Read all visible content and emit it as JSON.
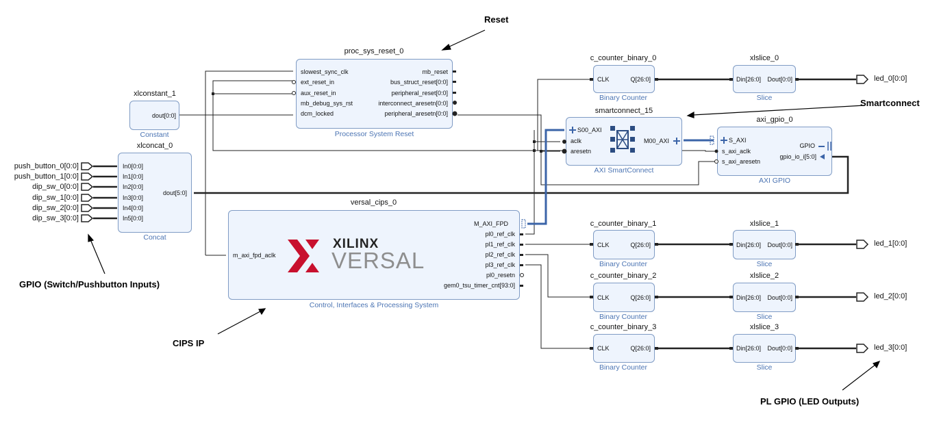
{
  "annotations": {
    "reset": "Reset",
    "smartconnect": "Smartconnect",
    "gpio_inputs": "GPIO (Switch/Pushbutton Inputs)",
    "cips_ip": "CIPS IP",
    "pl_gpio": "PL GPIO (LED Outputs)"
  },
  "proc_sys_reset": {
    "name": "proc_sys_reset_0",
    "type": "Processor System Reset",
    "inputs": [
      "slowest_sync_clk",
      "ext_reset_in",
      "aux_reset_in",
      "mb_debug_sys_rst",
      "dcm_locked"
    ],
    "outputs": [
      "mb_reset",
      "bus_struct_reset[0:0]",
      "peripheral_reset[0:0]",
      "interconnect_aresetn[0:0]",
      "peripheral_aresetn[0:0]"
    ]
  },
  "xlconstant": {
    "name": "xlconstant_1",
    "type": "Constant",
    "output": "dout[0:0]"
  },
  "xlconcat": {
    "name": "xlconcat_0",
    "type": "Concat",
    "inputs": [
      "In0[0:0]",
      "In1[0:0]",
      "In2[0:0]",
      "In3[0:0]",
      "In4[0:0]",
      "In5[0:0]"
    ],
    "output": "dout[5:0]"
  },
  "input_ports": [
    "push_button_0[0:0]",
    "push_button_1[0:0]",
    "dip_sw_0[0:0]",
    "dip_sw_1[0:0]",
    "dip_sw_2[0:0]",
    "dip_sw_3[0:0]"
  ],
  "versal_cips": {
    "name": "versal_cips_0",
    "type": "Control, Interfaces & Processing System",
    "input": "m_axi_fpd_aclk",
    "outputs": [
      "M_AXI_FPD",
      "pl0_ref_clk",
      "pl1_ref_clk",
      "pl2_ref_clk",
      "pl3_ref_clk",
      "pl0_resetn",
      "gem0_tsu_timer_cnt[93:0]"
    ],
    "logo_brand": "XILINX",
    "logo_product": "VERSAL"
  },
  "smartconnect": {
    "name": "smartconnect_15",
    "type": "AXI SmartConnect",
    "inputs": [
      "S00_AXI",
      "aclk",
      "aresetn"
    ],
    "output": "M00_AXI"
  },
  "axi_gpio": {
    "name": "axi_gpio_0",
    "type": "AXI GPIO",
    "inputs": [
      "S_AXI",
      "s_axi_aclk",
      "s_axi_aresetn"
    ],
    "outputs": [
      "GPIO",
      "gpio_io_i[5:0]"
    ]
  },
  "counters": [
    {
      "name": "c_counter_binary_0",
      "type": "Binary Counter",
      "in": "CLK",
      "out": "Q[26:0]"
    },
    {
      "name": "c_counter_binary_1",
      "type": "Binary Counter",
      "in": "CLK",
      "out": "Q[26:0]"
    },
    {
      "name": "c_counter_binary_2",
      "type": "Binary Counter",
      "in": "CLK",
      "out": "Q[26:0]"
    },
    {
      "name": "c_counter_binary_3",
      "type": "Binary Counter",
      "in": "CLK",
      "out": "Q[26:0]"
    }
  ],
  "slices": [
    {
      "name": "xlslice_0",
      "type": "Slice",
      "in": "Din[26:0]",
      "out": "Dout[0:0]"
    },
    {
      "name": "xlslice_1",
      "type": "Slice",
      "in": "Din[26:0]",
      "out": "Dout[0:0]"
    },
    {
      "name": "xlslice_2",
      "type": "Slice",
      "in": "Din[26:0]",
      "out": "Dout[0:0]"
    },
    {
      "name": "xlslice_3",
      "type": "Slice",
      "in": "Din[26:0]",
      "out": "Dout[0:0]"
    }
  ],
  "output_ports": [
    "led_0[0:0]",
    "led_1[0:0]",
    "led_2[0:0]",
    "led_3[0:0]"
  ],
  "colors": {
    "block_fill": "#eef4fd",
    "block_border": "#7f9bc4",
    "subtitle": "#4b74b3",
    "wire": "#222222",
    "axi_bus": "#3b64a8"
  }
}
